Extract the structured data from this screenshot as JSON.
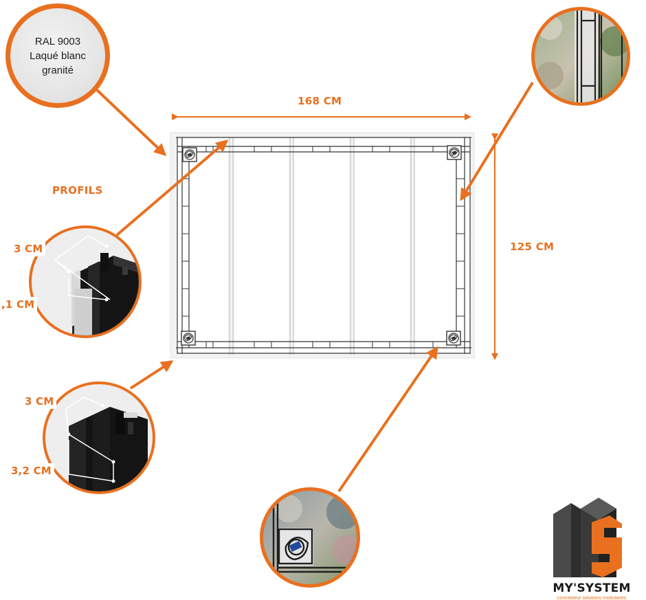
{
  "badge": {
    "lines": [
      "RAL 9003",
      "Laqué blanc",
      "granité"
    ]
  },
  "dimensions": {
    "width": "168 CM",
    "height": "125 CM"
  },
  "section_title": "PROFILS",
  "profile_1": {
    "depth": "3 CM",
    "height": ",1 CM"
  },
  "profile_2": {
    "depth": "3 CM",
    "height": "3,2 CM"
  },
  "brand": {
    "name": "MY'SYSTEM",
    "tagline": "concepteur solutions modulaires"
  },
  "colors": {
    "accent": "#e8701f",
    "dark": "#1a1a1a",
    "frame": "#f3f3f3"
  },
  "icons": [
    "double-arrow-horizontal",
    "double-arrow-vertical",
    "pointer-arrow",
    "corner-rosette",
    "logo-blocks"
  ]
}
